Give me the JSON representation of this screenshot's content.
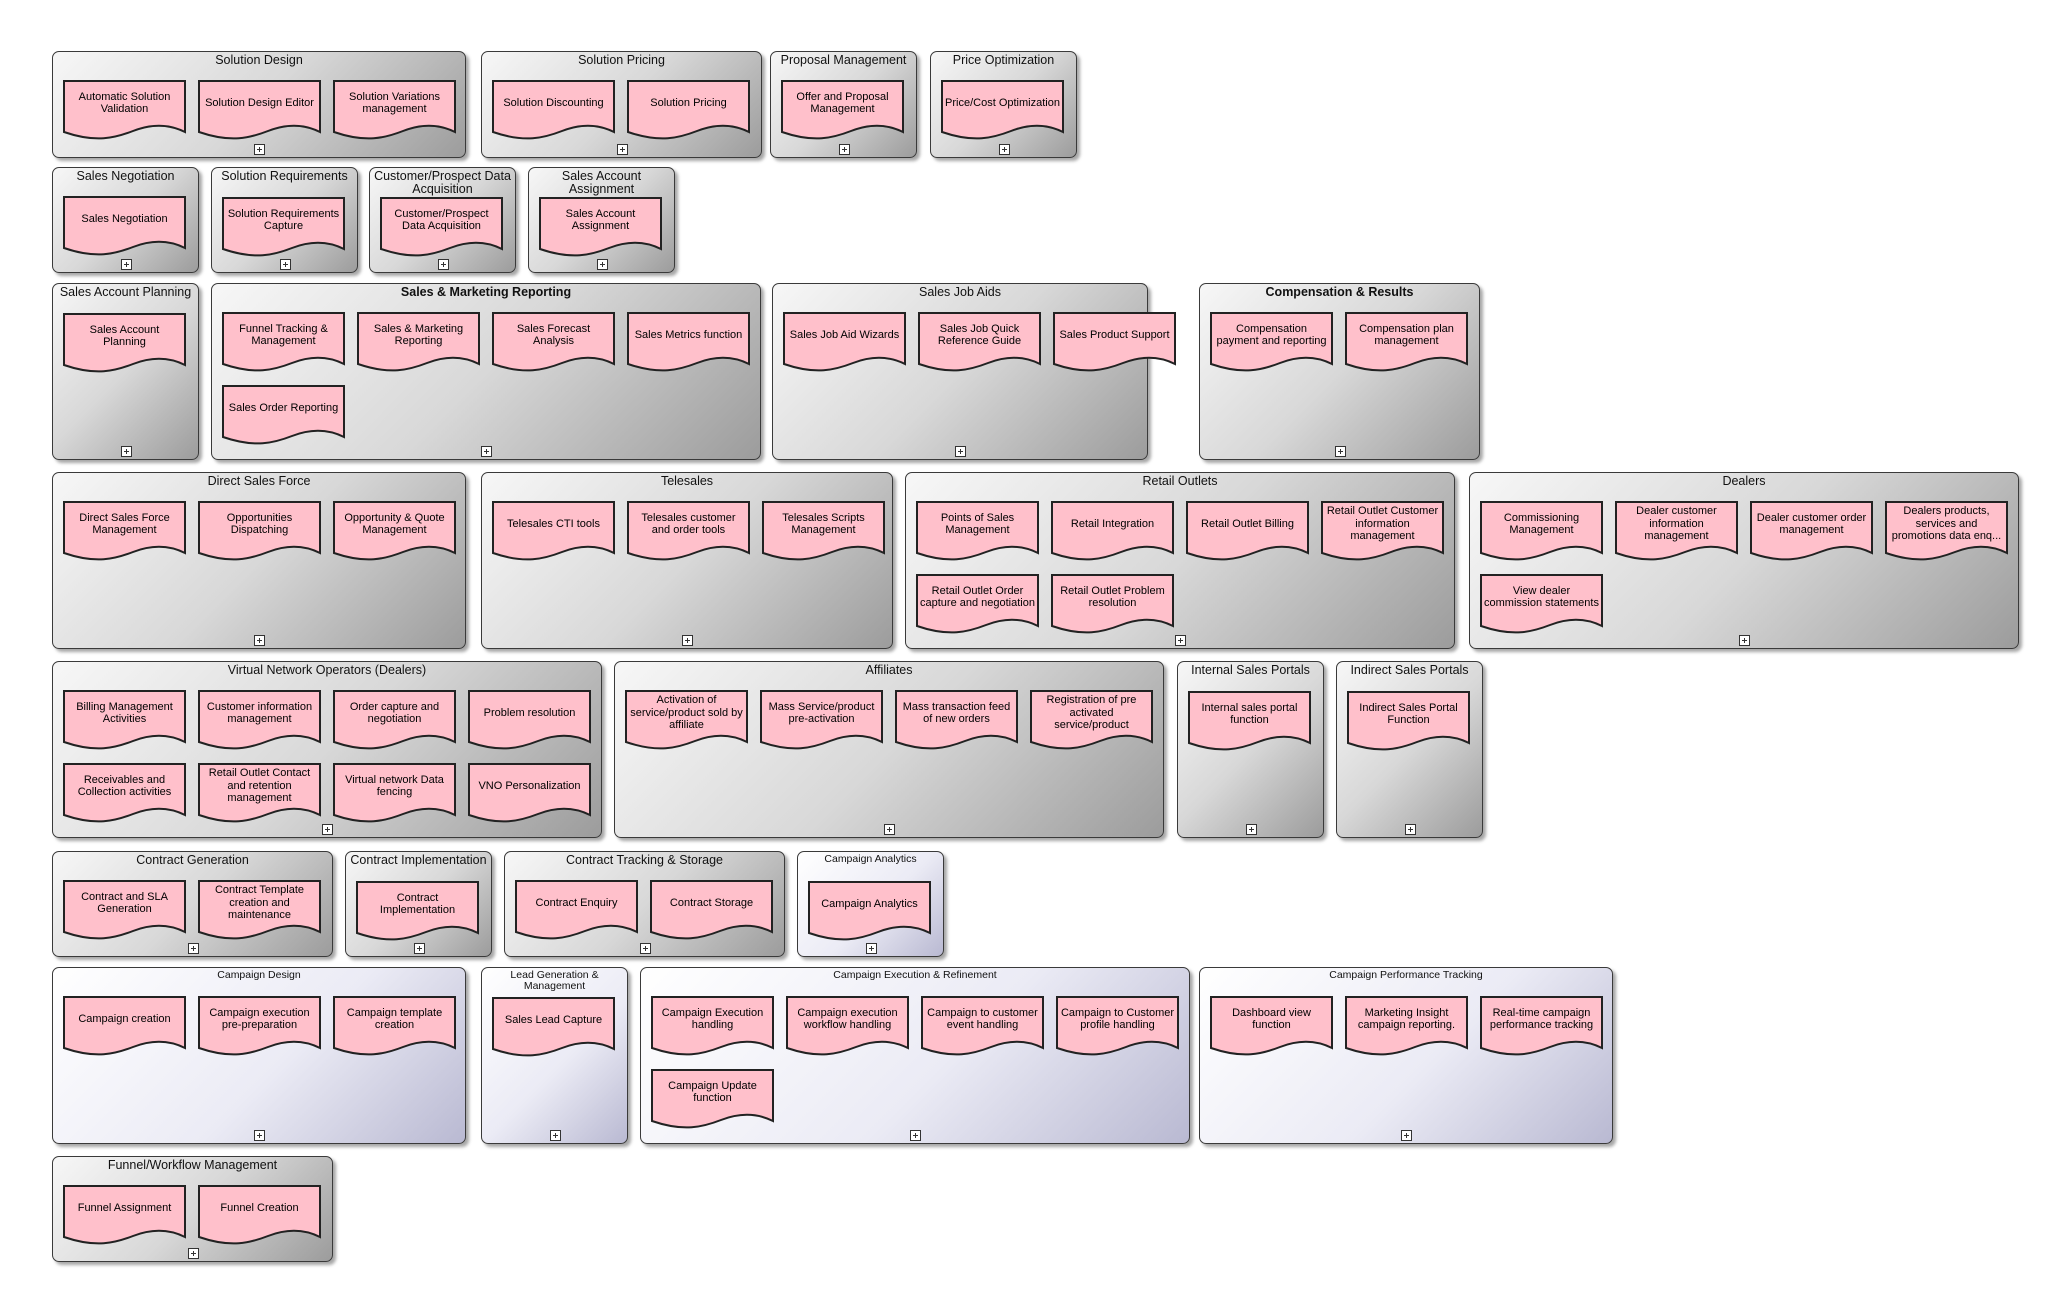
{
  "colors": {
    "function_fill": "#ffc0cb",
    "function_stroke": "#222222",
    "group_gray": "#cccccc",
    "group_lavender": "#e0e0f0"
  },
  "icons": {
    "expand": "expand-plus-icon"
  },
  "groups": [
    {
      "title": "Solution Design",
      "style": "gray",
      "functions": [
        "Automatic Solution Validation",
        "Solution Design Editor",
        "Solution Variations management"
      ]
    },
    {
      "title": "Solution Pricing",
      "style": "gray",
      "functions": [
        "Solution Discounting",
        "Solution Pricing"
      ]
    },
    {
      "title": "Proposal Management",
      "style": "gray",
      "functions": [
        "Offer and Proposal Management"
      ]
    },
    {
      "title": "Price Optimization",
      "style": "gray",
      "functions": [
        "Price/Cost Optimization"
      ]
    },
    {
      "title": "Sales Negotiation",
      "style": "gray",
      "functions": [
        "Sales Negotiation"
      ]
    },
    {
      "title": "Solution Requirements",
      "style": "gray",
      "functions": [
        "Solution Requirements Capture"
      ]
    },
    {
      "title": "Customer/Prospect Data Acquisition",
      "style": "gray",
      "functions": [
        "Customer/Prospect Data Acquisition"
      ]
    },
    {
      "title": "Sales Account Assignment",
      "style": "gray",
      "functions": [
        "Sales Account Assignment"
      ]
    },
    {
      "title": "Sales Account Planning",
      "style": "gray",
      "functions": [
        "Sales Account Planning"
      ]
    },
    {
      "title": "Sales & Marketing Reporting",
      "style": "gray",
      "bold": true,
      "functions": [
        "Funnel Tracking & Management",
        "Sales & Marketing Reporting",
        "Sales Forecast Analysis",
        "Sales Metrics function",
        "Sales Order Reporting"
      ]
    },
    {
      "title": "Sales Job Aids",
      "style": "gray",
      "functions": [
        "Sales Job Aid Wizards",
        "Sales Job Quick Reference Guide",
        "Sales Product Support"
      ]
    },
    {
      "title": "Compensation & Results",
      "style": "gray",
      "bold": true,
      "functions": [
        "Compensation payment and reporting",
        "Compensation plan management"
      ]
    },
    {
      "title": "Direct Sales Force",
      "style": "gray",
      "functions": [
        "Direct Sales Force Management",
        "Opportunities Dispatching",
        "Opportunity & Quote Management"
      ]
    },
    {
      "title": "Telesales",
      "style": "gray",
      "functions": [
        "Telesales CTI tools",
        "Telesales customer and order tools",
        "Telesales Scripts Management"
      ]
    },
    {
      "title": "Retail Outlets",
      "style": "gray",
      "functions": [
        "Points of Sales Management",
        "Retail Integration",
        "Retail Outlet Billing",
        "Retail Outlet Customer information management",
        "Retail Outlet Order capture and negotiation",
        "Retail Outlet Problem resolution"
      ]
    },
    {
      "title": "Dealers",
      "style": "gray",
      "functions": [
        "Commissioning Management",
        "Dealer customer information management",
        "Dealer customer order management",
        "Dealers products, services and promotions data enq...",
        "View dealer commission statements"
      ]
    },
    {
      "title": "Virtual Network Operators (Dealers)",
      "style": "gray",
      "functions": [
        "Billing Management Activities",
        "Customer information management",
        "Order capture and negotiation",
        "Problem resolution",
        "Receivables and Collection activities",
        "Retail Outlet Contact and retention management",
        "Virtual network Data fencing",
        "VNO Personalization"
      ]
    },
    {
      "title": "Affiliates",
      "style": "gray",
      "functions": [
        "Activation of service/product sold by affiliate",
        "Mass Service/product pre-activation",
        "Mass transaction feed of new orders",
        "Registration of pre activated service/product"
      ]
    },
    {
      "title": "Internal Sales Portals",
      "style": "gray",
      "functions": [
        "Internal sales portal function"
      ]
    },
    {
      "title": "Indirect Sales Portals",
      "style": "gray",
      "functions": [
        "Indirect Sales Portal Function"
      ]
    },
    {
      "title": "Contract Generation",
      "style": "gray",
      "functions": [
        "Contract and SLA Generation",
        "Contract Template creation and maintenance"
      ]
    },
    {
      "title": "Contract Implementation",
      "style": "gray",
      "functions": [
        "Contract Implementation"
      ]
    },
    {
      "title": "Contract Tracking & Storage",
      "style": "gray",
      "functions": [
        "Contract Enquiry",
        "Contract Storage"
      ]
    },
    {
      "title": "Campaign Analytics",
      "style": "lav",
      "small": true,
      "functions": [
        "Campaign Analytics"
      ]
    },
    {
      "title": "Campaign Design",
      "style": "lav",
      "small": true,
      "functions": [
        "Campaign creation",
        "Campaign execution pre-preparation",
        "Campaign template creation"
      ]
    },
    {
      "title": "Lead Generation & Management",
      "style": "lav",
      "small": true,
      "functions": [
        "Sales Lead Capture"
      ]
    },
    {
      "title": "Campaign Execution & Refinement",
      "style": "lav",
      "small": true,
      "functions": [
        "Campaign Execution handling",
        "Campaign execution workflow handling",
        "Campaign to customer event handling",
        "Campaign to Customer profile handling",
        "Campaign Update function"
      ]
    },
    {
      "title": "Campaign Performance Tracking",
      "style": "lav",
      "small": true,
      "functions": [
        "Dashboard view function",
        "Marketing Insight campaign reporting.",
        "Real-time campaign performance tracking"
      ]
    },
    {
      "title": "Funnel/Workflow Management",
      "style": "gray",
      "functions": [
        "Funnel Assignment",
        "Funnel Creation"
      ]
    }
  ]
}
